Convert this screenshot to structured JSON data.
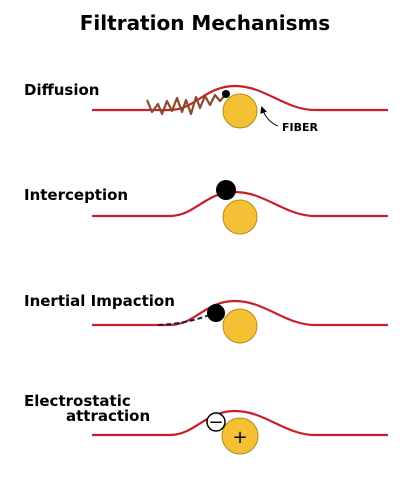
{
  "title": "Filtration Mechanisms",
  "fiber_label": "FIBER",
  "colors": {
    "streamline": "#c8202a",
    "fiber": "#f4c134",
    "fiber_outline": "#b58a1c",
    "particle": "#000000",
    "brownian_path": "#8a4a2a",
    "inertial_path": "#1a1a3a"
  },
  "mechanisms": [
    {
      "label": "Diffusion"
    },
    {
      "label": "Interception"
    },
    {
      "label": "Inertial Impaction"
    },
    {
      "label_lines": [
        "Electrostatic",
        "attraction"
      ],
      "particle_charge": "−",
      "fiber_charge": "+"
    }
  ]
}
